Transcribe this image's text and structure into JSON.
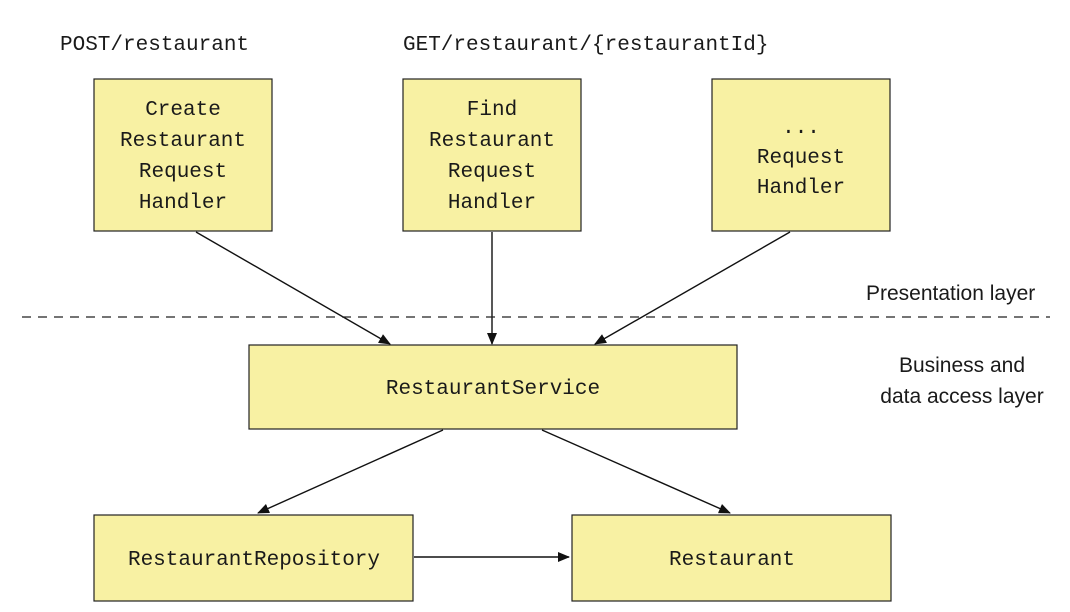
{
  "endpoints": {
    "post": "POST/restaurant",
    "get": "GET/restaurant/{restaurantId}"
  },
  "handlers": [
    {
      "lines": [
        "Create",
        "Restaurant",
        "Request",
        "Handler"
      ]
    },
    {
      "lines": [
        "Find",
        "Restaurant",
        "Request",
        "Handler"
      ]
    },
    {
      "lines": [
        "...",
        "Request",
        "Handler"
      ]
    }
  ],
  "layers": {
    "presentation": "Presentation layer",
    "business_line1": "Business and",
    "business_line2": "data access layer"
  },
  "service": {
    "label": "RestaurantService"
  },
  "repository": {
    "label": "RestaurantRepository"
  },
  "entity": {
    "label": "Restaurant"
  },
  "colors": {
    "box_fill": "#f8f1a3",
    "stroke": "#222222"
  }
}
